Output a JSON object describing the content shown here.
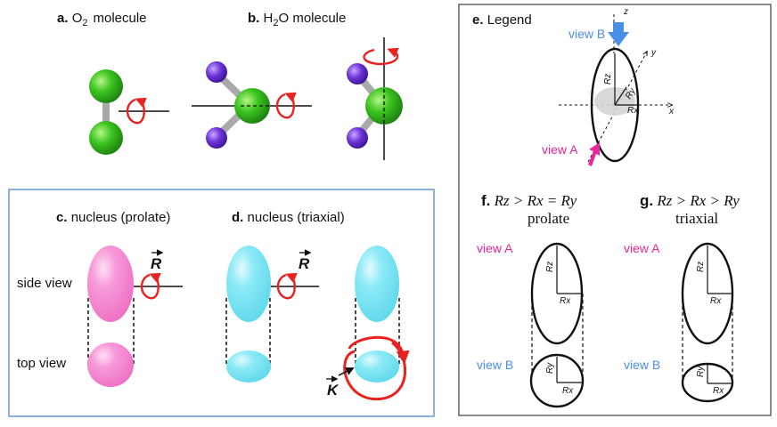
{
  "panel_a": {
    "letter": "a.",
    "title_prefix": "O",
    "title_sub": "2",
    "title_suffix": "molecule"
  },
  "panel_b": {
    "letter": "b.",
    "title_prefix": "H",
    "title_sub": "2",
    "title_suffix": "O  molecule"
  },
  "panel_c": {
    "letter": "c.",
    "title": "nucleus (prolate)"
  },
  "panel_d": {
    "letter": "d.",
    "title": "nucleus (triaxial)"
  },
  "row_labels": {
    "side": "side view",
    "top": "top view"
  },
  "vectors": {
    "R": "R",
    "K": "K"
  },
  "panel_e": {
    "letter": "e.",
    "title": "Legend",
    "axes": {
      "z": "z",
      "y": "y",
      "x": "x"
    },
    "radii": {
      "rz": "Rz",
      "ry": "Ry",
      "rx": "Rx"
    },
    "view_a": "view A",
    "view_b": "view B"
  },
  "panel_f": {
    "letter": "f.",
    "relation": "Rz > Rx = Ry",
    "shape": "prolate"
  },
  "panel_g": {
    "letter": "g.",
    "relation": "Rz > Rx > Ry",
    "shape": "triaxial"
  },
  "colors": {
    "oxygen": "#2fae1e",
    "hydrogen": "#6a2fd0",
    "rotation": "#e8231f",
    "prolate": "#f27fcf",
    "triaxial": "#76e3f2",
    "view_a": "#e8259c",
    "view_b": "#4a8fe6",
    "box_border": "#5b8fd6"
  }
}
